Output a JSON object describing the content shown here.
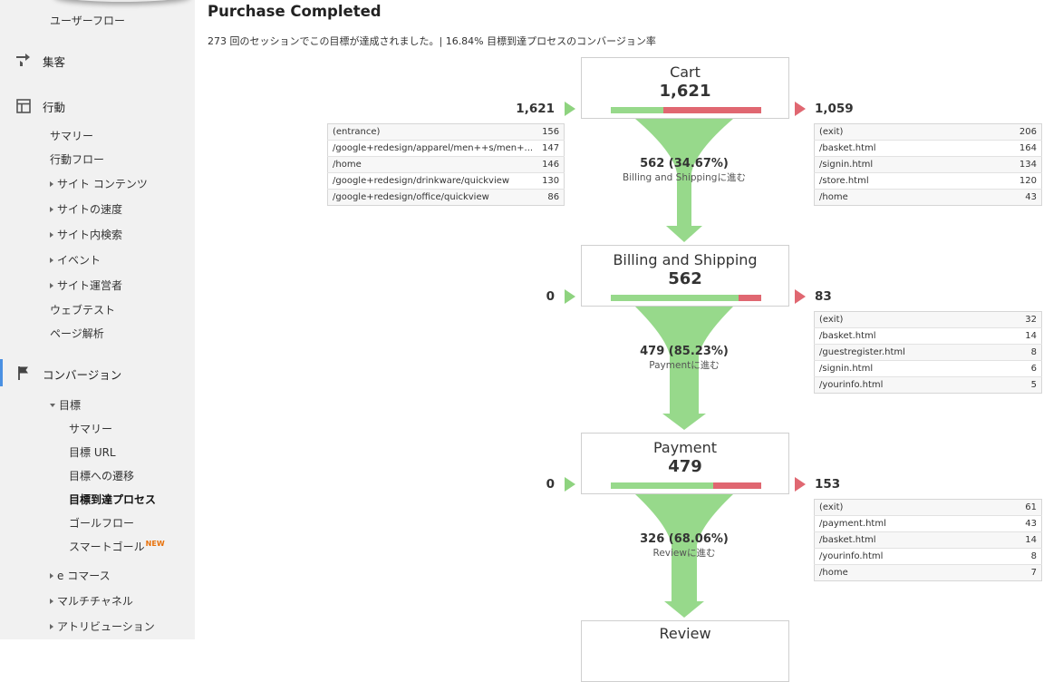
{
  "sidebar": {
    "top_item": "ユーザーフロー",
    "acquisition": "集客",
    "behavior": "行動",
    "behavior_items": [
      "サマリー",
      "行動フロー",
      "サイト コンテンツ",
      "サイトの速度",
      "サイト内検索",
      "イベント",
      "サイト運営者",
      "ウェブテスト",
      "ページ解析"
    ],
    "conversion": "コンバージョン",
    "goals": "目標",
    "goal_items": [
      "サマリー",
      "目標 URL",
      "目標への遷移",
      "目標到達プロセス",
      "ゴールフロー",
      "スマートゴール"
    ],
    "new_badge": "NEW",
    "ecommerce": "e コマース",
    "multichannel": "マルチチャネル",
    "attribution": "アトリビューション"
  },
  "main": {
    "title": "Purchase Completed",
    "summary": "273 回のセッションでこの目標が達成されました。| 16.84% 目標到達プロセスのコンバージョン率",
    "steps": [
      {
        "name": "Cart",
        "value": "1,621",
        "entered": "1,621",
        "exited": "1,059",
        "fill_fraction": 0.35,
        "proceed_value": "562 (34.67%)",
        "proceed_label": "Billing and Shippingに進む",
        "entrances": [
          {
            "page": "(entrance)",
            "count": "156"
          },
          {
            "page": "/google+redesign/apparel/men++s/men+...",
            "count": "147"
          },
          {
            "page": "/home",
            "count": "146"
          },
          {
            "page": "/google+redesign/drinkware/quickview",
            "count": "130"
          },
          {
            "page": "/google+redesign/office/quickview",
            "count": "86"
          }
        ],
        "exits": [
          {
            "page": "(exit)",
            "count": "206"
          },
          {
            "page": "/basket.html",
            "count": "164"
          },
          {
            "page": "/signin.html",
            "count": "134"
          },
          {
            "page": "/store.html",
            "count": "120"
          },
          {
            "page": "/home",
            "count": "43"
          }
        ]
      },
      {
        "name": "Billing and Shipping",
        "value": "562",
        "entered": "0",
        "exited": "83",
        "fill_fraction": 0.85,
        "proceed_value": "479 (85.23%)",
        "proceed_label": "Paymentに進む",
        "entrances": [],
        "exits": [
          {
            "page": "(exit)",
            "count": "32"
          },
          {
            "page": "/basket.html",
            "count": "14"
          },
          {
            "page": "/guestregister.html",
            "count": "8"
          },
          {
            "page": "/signin.html",
            "count": "6"
          },
          {
            "page": "/yourinfo.html",
            "count": "5"
          }
        ]
      },
      {
        "name": "Payment",
        "value": "479",
        "entered": "0",
        "exited": "153",
        "fill_fraction": 0.68,
        "proceed_value": "326 (68.06%)",
        "proceed_label": "Reviewに進む",
        "entrances": [],
        "exits": [
          {
            "page": "(exit)",
            "count": "61"
          },
          {
            "page": "/payment.html",
            "count": "43"
          },
          {
            "page": "/basket.html",
            "count": "14"
          },
          {
            "page": "/yourinfo.html",
            "count": "8"
          },
          {
            "page": "/home",
            "count": "7"
          }
        ]
      },
      {
        "name": "Review"
      }
    ]
  },
  "colors": {
    "green": "#97d98b",
    "red": "#e06771",
    "sidebar_bg": "#f1f1f1",
    "active_indicator": "#4a90e2"
  }
}
